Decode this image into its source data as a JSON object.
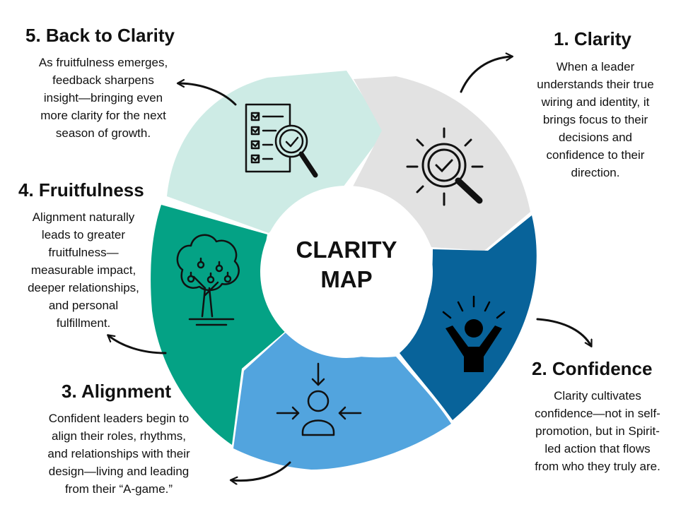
{
  "center": {
    "line1": "CLARITY",
    "line2": "MAP"
  },
  "colors": {
    "clarity": "#e2e2e2",
    "confidence": "#08639a",
    "alignment": "#52a4de",
    "fruitfulness": "#04a285",
    "back_to_clarity": "#cdebe5"
  },
  "steps": [
    {
      "title": "1. Clarity",
      "lines": [
        "When a leader",
        "understands their true",
        "wiring and identity, it",
        "brings focus to their",
        "decisions and",
        "confidence to their",
        "direction."
      ],
      "icon": "magnifier-check-icon"
    },
    {
      "title": "2. Confidence",
      "lines": [
        "Clarity cultivates",
        "confidence—not in self-",
        "promotion, but in Spirit-",
        "led action that flows",
        "from who they truly are."
      ],
      "icon": "raised-arms-person-icon"
    },
    {
      "title": "3. Alignment",
      "lines": [
        "Confident leaders begin to",
        "align their roles, rhythms,",
        "and relationships with their",
        "design—living and leading",
        "from their “A-game.”"
      ],
      "icon": "person-focus-arrows-icon"
    },
    {
      "title": "4. Fruitfulness",
      "lines": [
        "Alignment naturally",
        "leads to greater",
        "fruitfulness—",
        "measurable impact,",
        "deeper relationships,",
        "and personal",
        "fulfillment."
      ],
      "icon": "fruit-tree-icon"
    },
    {
      "title": "5. Back to Clarity",
      "lines": [
        "As fruitfulness emerges,",
        "feedback sharpens",
        "insight—bringing even",
        "more clarity for the next",
        "season of growth."
      ],
      "icon": "checklist-magnifier-icon"
    }
  ]
}
